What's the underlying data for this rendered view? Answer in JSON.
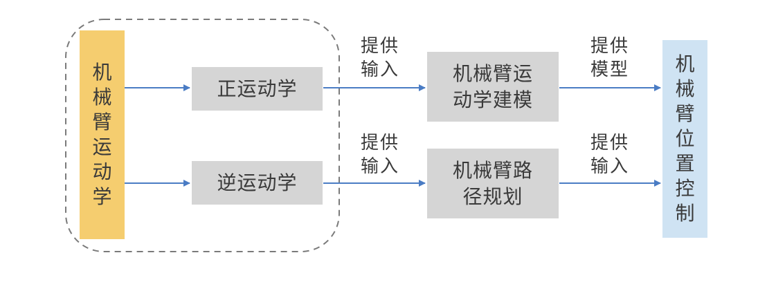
{
  "colors": {
    "left_box": "#f5cd6f",
    "right_box": "#cfe3f3",
    "process_box": "#d5d5d5",
    "arrow": "#4a7cc4",
    "dashed_border": "#7a7a7a"
  },
  "left_box": {
    "chars": [
      "机",
      "械",
      "臂",
      "运",
      "动",
      "学"
    ]
  },
  "forward_kinematics": {
    "text": "正运动学"
  },
  "inverse_kinematics": {
    "text": "逆运动学"
  },
  "modeling": {
    "line1": "机械臂运",
    "line2": "动学建模"
  },
  "path_planning": {
    "line1": "机械臂路",
    "line2": "径规划"
  },
  "right_box": {
    "chars": [
      "机",
      "械",
      "臂",
      "位",
      "置",
      "控",
      "制"
    ]
  },
  "edge_labels": {
    "fk_to_modeling": {
      "line1": "提供",
      "line2": "输入"
    },
    "ik_to_planning": {
      "line1": "提供",
      "line2": "输入"
    },
    "modeling_to_control": {
      "line1": "提供",
      "line2": "模型"
    },
    "planning_to_control": {
      "line1": "提供",
      "line2": "输入"
    }
  }
}
